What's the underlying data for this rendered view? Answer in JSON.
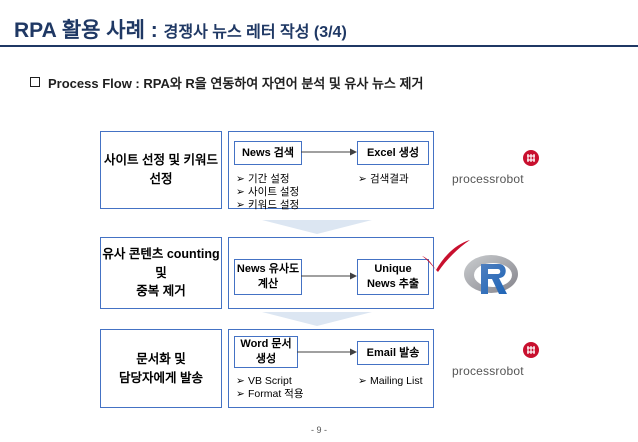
{
  "title": {
    "main": "RPA 활용 사례 :",
    "sub": "경쟁사 뉴스 레터 작성 (3/4)"
  },
  "section": {
    "label": "Process Flow : RPA와 R을 연동하여 자연어 분석 및 유사 뉴스 제거"
  },
  "rows": [
    {
      "left_line1": "사이트 선정 및 키워드",
      "left_line2": "선정",
      "pill1": "News 검색",
      "pill2": "Excel 생성",
      "bullets_left": [
        "기간 설정",
        "사이트 설정",
        "키워드 설정"
      ],
      "bullets_right": [
        "검색결과"
      ],
      "logo": "processrobot"
    },
    {
      "left_line1": "유사 콘텐츠 counting 및",
      "left_line2": "중복 제거",
      "pill1_line1": "News 유사도",
      "pill1_line2": "계산",
      "pill2_line1": "Unique",
      "pill2_line2": "News 추출",
      "logo": "R"
    },
    {
      "left_line1": "문서화 및",
      "left_line2": "담당자에게 발송",
      "pill1_line1": "Word 문서",
      "pill1_line2": "생성",
      "pill2": "Email 발송",
      "bullets_left": [
        "VB Script",
        "Format 적용"
      ],
      "bullets_right": [
        "Mailing List"
      ],
      "logo": "processrobot"
    }
  ],
  "icons": {
    "bullet": "arrow-bullet-icon",
    "check": "red-checkmark-icon"
  },
  "colors": {
    "title": "#1f3864",
    "box_border": "#4472c4",
    "check": "#c8102e",
    "chevron": "#dce6f2"
  },
  "page_number": "- 9 -"
}
